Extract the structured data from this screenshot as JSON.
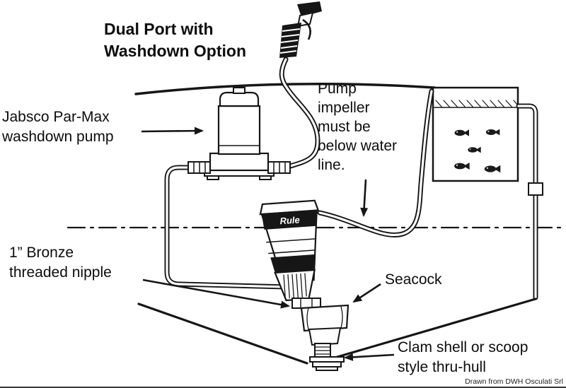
{
  "title": {
    "lines": [
      "Dual Port with",
      "Washdown Option"
    ]
  },
  "labels": {
    "jabsco": {
      "lines": [
        "Jabsco Par-Max",
        "washdown pump"
      ]
    },
    "impeller": {
      "lines": [
        "Pump",
        "impeller",
        "must be",
        "below water",
        "line."
      ]
    },
    "nipple": {
      "lines": [
        "1” Bronze",
        "threaded nipple"
      ]
    },
    "seacock": {
      "text": "Seacock"
    },
    "clamshell": {
      "lines": [
        "Clam shell or scoop",
        "style thru-hull"
      ]
    }
  },
  "diagram": {
    "pump_brand": "Rule",
    "fish_count": 5,
    "icons": [
      "spray-nozzle-icon",
      "washdown-pump-icon",
      "rule-pump-icon",
      "seacock-icon",
      "thru-hull-icon",
      "livewell-tank-icon",
      "fish-icon",
      "waterline-icon"
    ]
  },
  "watermark": "Drawn from DWH Osculati Srl",
  "colors": {
    "ink": "#161616",
    "background": "#ffffff"
  }
}
